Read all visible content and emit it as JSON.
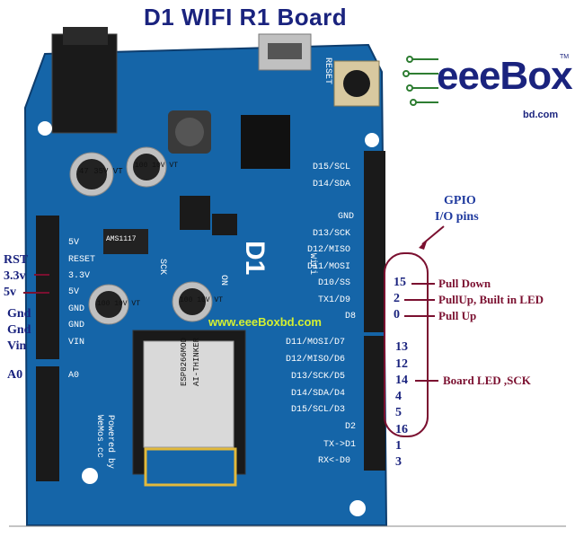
{
  "title": "D1  WIFI R1 Board",
  "logo": {
    "name": "eeeBox",
    "sub": "bd.com",
    "tm": "TM"
  },
  "watermark": "www.eeeBoxbd.com",
  "gpio_heading": [
    "GPIO",
    "I/O pins"
  ],
  "left_power_labels": [
    "RST",
    "3.3v",
    "5v",
    "Gnd",
    "Gnd",
    "Vin"
  ],
  "a0_label": "A0",
  "gpio_numbers": [
    "15",
    "2",
    "0",
    "13",
    "12",
    "14",
    "4",
    "5",
    "16",
    "1",
    "3"
  ],
  "gpio_notes": {
    "pull_down": "Pull Down",
    "pullup_led": "PullUp, Built in LED",
    "pull_up": "Pull Up",
    "board_led": "Board LED ,SCK"
  },
  "board_right_pins": [
    "D15/SCL",
    "D14/SDA",
    "GND",
    "D13/SCK",
    "D12/MISO",
    "D11/MOSI",
    "D10/SS",
    "TX1/D9",
    "D8",
    "D11/MOSI/D7",
    "D12/MISO/D6",
    "D13/SCK/D5",
    "D14/SDA/D4",
    "D15/SCL/D3",
    "D2",
    "TX->D1",
    "RX<-D0"
  ],
  "board_left_pins": [
    "5V",
    "RESET",
    "3.3V",
    "5V",
    "GND",
    "GND",
    "VIN",
    "A0"
  ],
  "board_text": {
    "reset": "RESET",
    "d1": "D1",
    "wifi": "WiFi",
    "ams": "AMS1117",
    "sck": "SCK",
    "on": "ON",
    "powered": "Powered by",
    "wemos": "WeMos.cc",
    "cap1": "47 35V VT",
    "cap2": "100 10V VT",
    "cap3": "100 10V VT",
    "cap4": "100 10V VT",
    "module": "ESP8266MOD",
    "ai": "AI-THINKER"
  }
}
